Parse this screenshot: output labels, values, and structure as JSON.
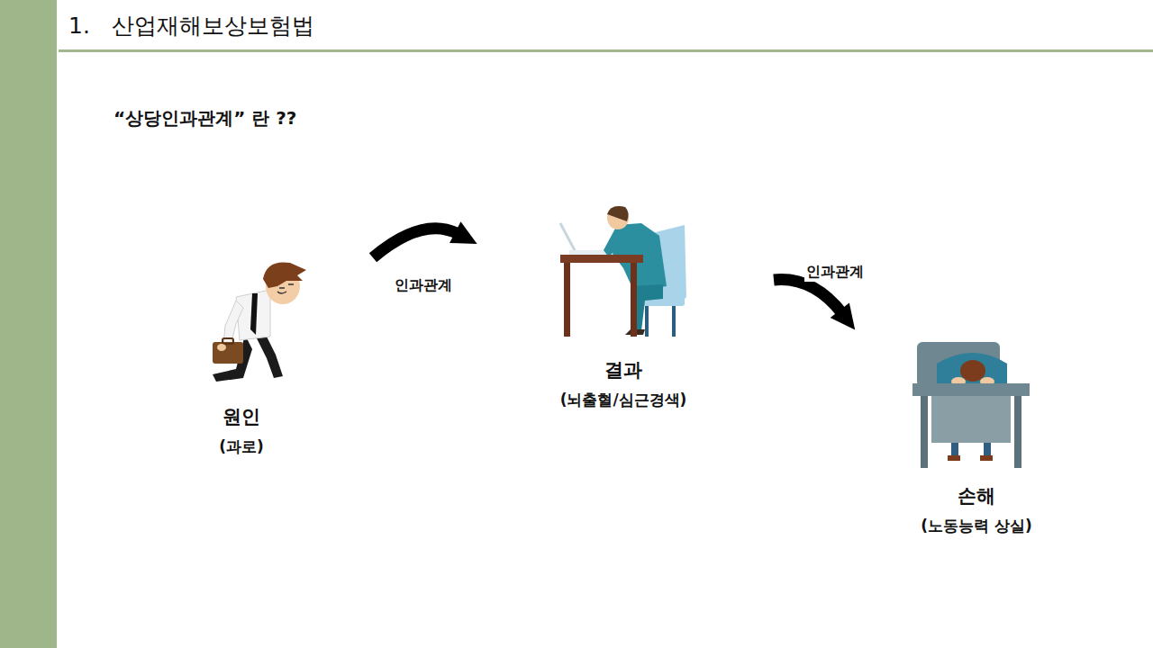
{
  "diagram": {
    "title": "1.   산업재해보상보험법",
    "nodes": [
      {
        "text": [
          "원인",
          "(과로)"
        ]
      },
      {
        "text": [
          "결과",
          "(뇌출혈/심근경색)"
        ]
      },
      {
        "text": [
          "손해",
          "(노동능력 상실)"
        ]
      }
    ],
    "edges": [
      {
        "from": 0,
        "to": 1,
        "label": "인과관계",
        "arrow": "to"
      },
      {
        "from": 1,
        "to": 2,
        "label": "인과관계",
        "arrow": "to"
      }
    ],
    "labels": [
      "“상당인과관계” 란 ??"
    ]
  }
}
